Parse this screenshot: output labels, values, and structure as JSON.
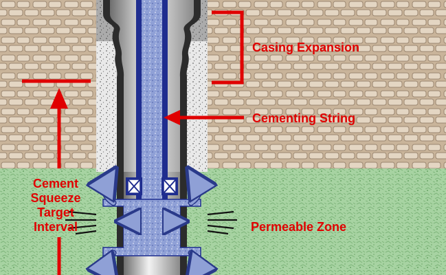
{
  "labels": {
    "casing_expansion": "Casing Expansion",
    "cementing_string": "Cementing String",
    "target_line1": "Cement",
    "target_line2": "Squeeze",
    "target_line3": "Target",
    "target_line4": "Interval",
    "permeable_zone": "Permeable Zone"
  },
  "colors": {
    "rock": "#c9b49a",
    "rock_block": "#e4d6c3",
    "rock_mortar": "#9a8670",
    "permeable": "#a7d3a2",
    "permeable_dots": "#7fb67b",
    "cement": "#e8e8e8",
    "casing": "#2c2c2c",
    "string_wall": "#1f2d8f",
    "cement_slurry": "#8fa0d6",
    "annotation": "#e00000"
  },
  "icons": {
    "packer_left": "packer-x-icon",
    "packer_right": "packer-x-icon"
  }
}
